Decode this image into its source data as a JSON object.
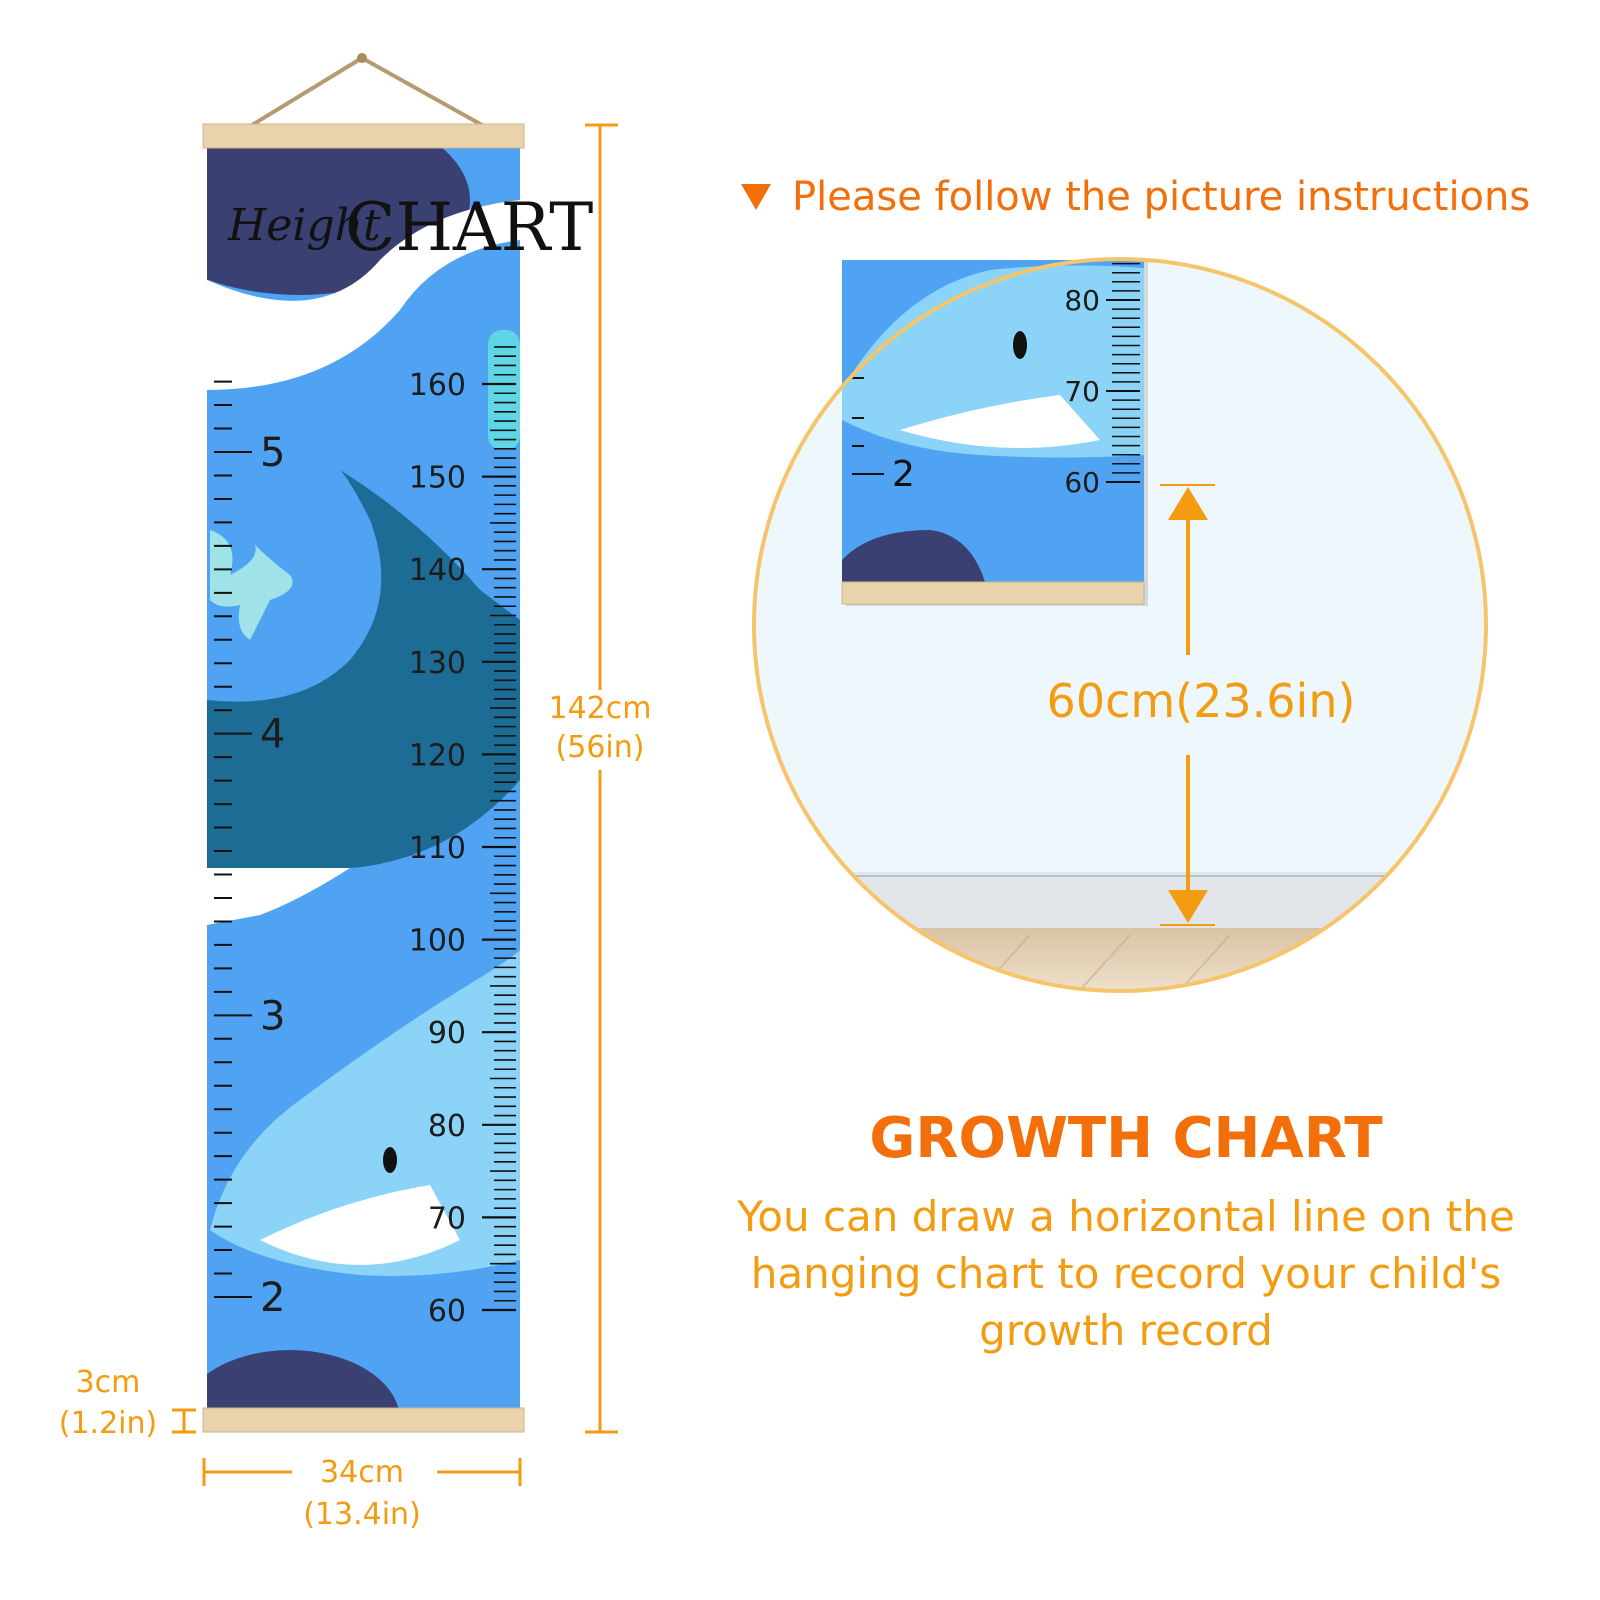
{
  "colors": {
    "accent": "#f39c12",
    "heading": "#f36f0a",
    "chart_blue": "#4fa3f2",
    "whale_dark": "#1c6c96",
    "whale_light": "#8bd4f7",
    "navy": "#3a4172",
    "wood": "#e8d3ac"
  },
  "hanging_chart": {
    "title_small": "Height",
    "title_large": "CHART",
    "cm_labels": [
      "160",
      "150",
      "140",
      "130",
      "120",
      "110",
      "100",
      "90",
      "80",
      "70",
      "60"
    ],
    "ft_labels": [
      "5",
      "4",
      "3",
      "2"
    ]
  },
  "dimensions": {
    "height_cm": "142cm",
    "height_in": "(56in)",
    "width_cm": "34cm",
    "width_in": "(13.4in)",
    "bar_cm": "3cm",
    "bar_in": "(1.2in)"
  },
  "instructions": {
    "header_icon": "triangle-down-icon",
    "header": "Please follow the picture instructions"
  },
  "zoom_circle": {
    "cm_labels": [
      "80",
      "70",
      "60"
    ],
    "ft_label": "2",
    "distance": "60cm(23.6in)"
  },
  "growth": {
    "title": "GROWTH CHART",
    "description_lines": [
      "You can draw a horizontal line on the",
      "hanging chart to record your child's",
      "growth record"
    ]
  }
}
